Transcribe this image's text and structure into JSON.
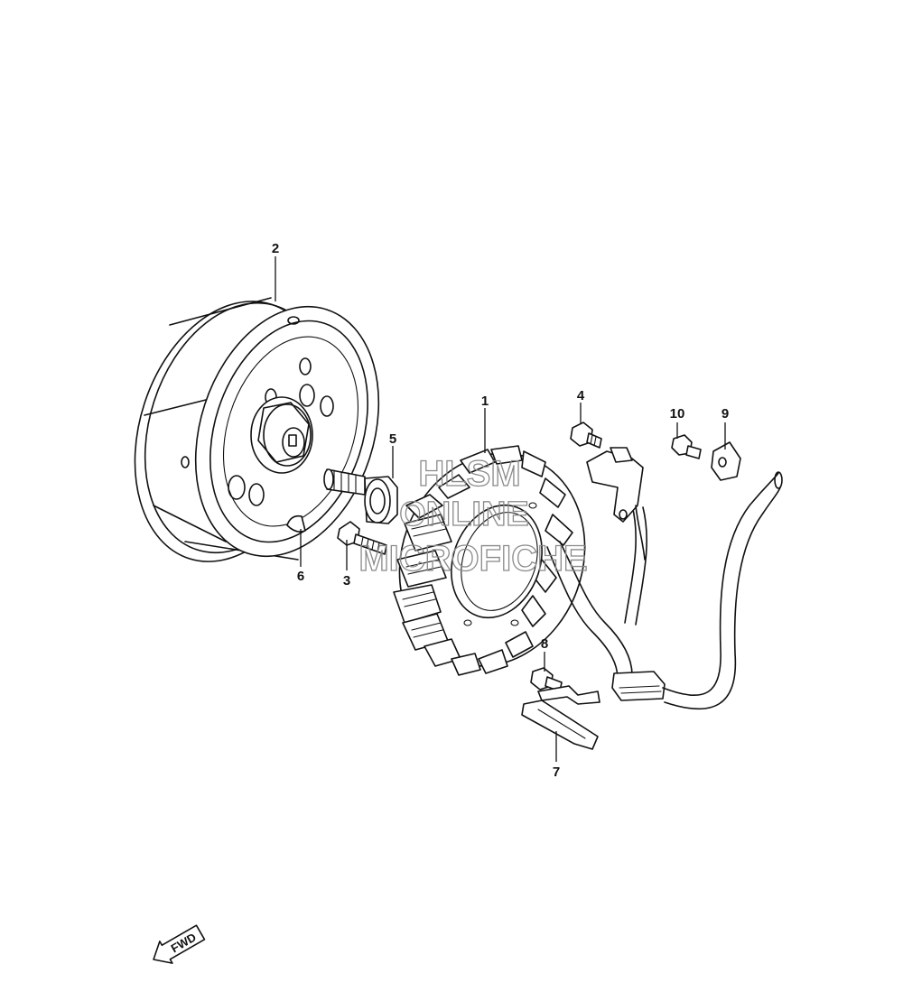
{
  "callouts": [
    {
      "id": "p1",
      "label": "1"
    },
    {
      "id": "p2",
      "label": "2"
    },
    {
      "id": "p3",
      "label": "3"
    },
    {
      "id": "p4",
      "label": "4"
    },
    {
      "id": "p5",
      "label": "5"
    },
    {
      "id": "p6",
      "label": "6"
    },
    {
      "id": "p7",
      "label": "7"
    },
    {
      "id": "p8",
      "label": "8"
    },
    {
      "id": "p9",
      "label": "9"
    },
    {
      "id": "p10",
      "label": "10"
    }
  ],
  "watermark": {
    "line1": "HLSM",
    "line2": "ONLINE",
    "line3": "MICROFICHE"
  },
  "direction_marker": {
    "label": "FWD",
    "icon": "arrow-icon"
  }
}
